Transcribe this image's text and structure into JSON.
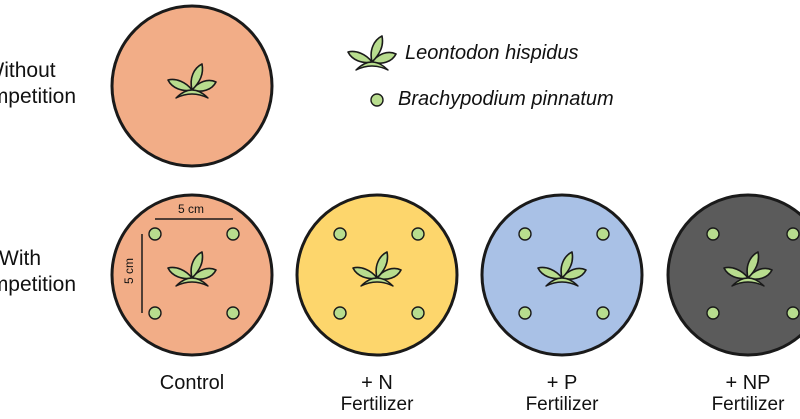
{
  "row_labels": {
    "without": [
      "Without",
      "Competition"
    ],
    "with": [
      "With",
      "Competition"
    ]
  },
  "legend": {
    "plant_label": "Leontodon hispidus",
    "dot_label": "Brachypodium pinnatum"
  },
  "dimensions": {
    "horizontal": "5 cm",
    "vertical": "5 cm"
  },
  "treatments": [
    {
      "line1": "Control",
      "line2": "",
      "color": "#f2ad87"
    },
    {
      "line1": "+ N",
      "line2": "Fertilizer",
      "color": "#fdd66c"
    },
    {
      "line1": "+ P",
      "line2": "Fertilizer",
      "color": "#a9c1e6"
    },
    {
      "line1": "+ NP",
      "line2": "Fertilizer",
      "color": "#5b5b5b"
    }
  ],
  "colors": {
    "leaf_fill": "#b8dd8e",
    "dot_fill": "#b8dd8e",
    "outline": "#1a1a1a"
  },
  "icons": {
    "plant": "leontodon-seedling-icon",
    "dot": "brachypodium-dot-icon"
  }
}
